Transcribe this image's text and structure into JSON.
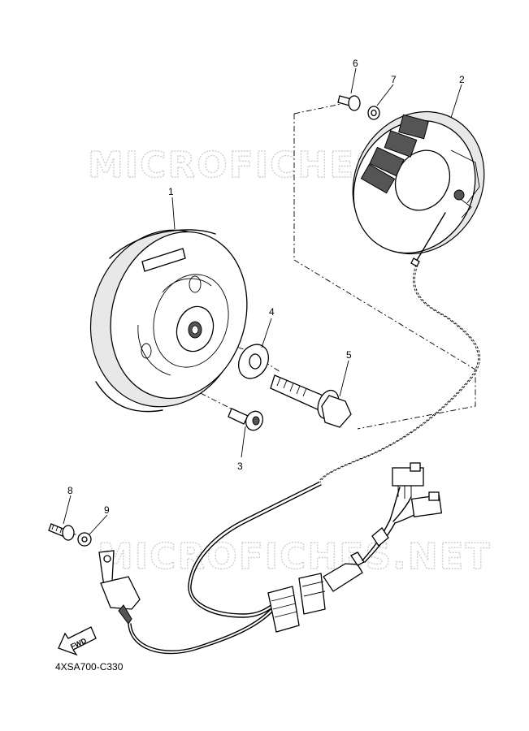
{
  "watermark": "MICROFICHES.NET",
  "drawing_code": "4XSA700-C330",
  "fwd_label": "FWD",
  "callouts": [
    {
      "id": "1",
      "part": "rotor"
    },
    {
      "id": "2",
      "part": "stator"
    },
    {
      "id": "3",
      "part": "screw"
    },
    {
      "id": "4",
      "part": "washer"
    },
    {
      "id": "5",
      "part": "bolt"
    },
    {
      "id": "6",
      "part": "bolt"
    },
    {
      "id": "7",
      "part": "washer"
    },
    {
      "id": "8",
      "part": "bolt"
    },
    {
      "id": "9",
      "part": "washer"
    }
  ]
}
